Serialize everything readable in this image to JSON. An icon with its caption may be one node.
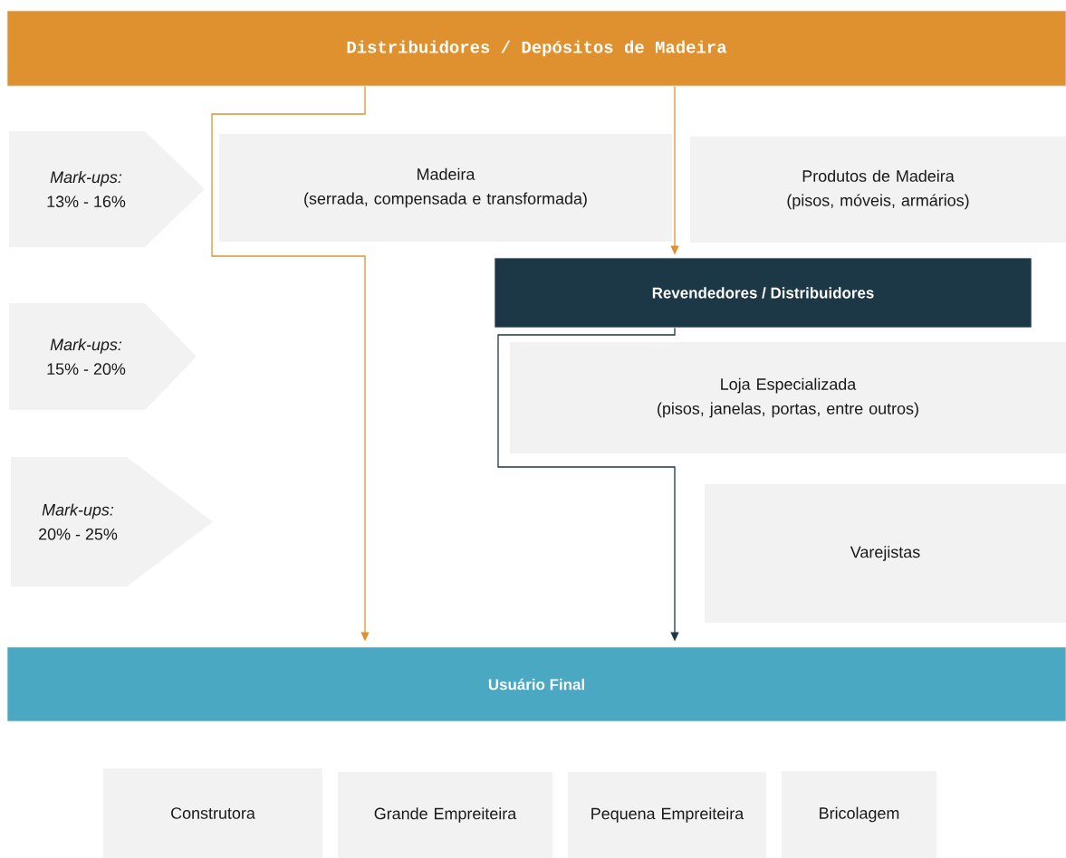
{
  "diagram": {
    "nodes": [
      {
        "text": [
          "Distribuidores / Depósitos de Madeira"
        ]
      },
      {
        "text": [
          "Mark-ups:",
          "13% - 16%"
        ]
      },
      {
        "text": [
          "Madeira",
          "(serrada, compensada e transformada)"
        ]
      },
      {
        "text": [
          "Produtos de Madeira",
          "(pisos, móveis, armários)"
        ]
      },
      {
        "text": [
          "Revendedores / Distribuidores"
        ]
      },
      {
        "text": [
          "Mark-ups:",
          "15% - 20%"
        ]
      },
      {
        "text": [
          "Loja Especializada",
          "(pisos, janelas, portas, entre outros)"
        ]
      },
      {
        "text": [
          "Mark-ups:",
          "20% - 25%"
        ]
      },
      {
        "text": [
          "Varejistas"
        ]
      },
      {
        "text": [
          "Usuário Final"
        ]
      },
      {
        "text": [
          "Construtora"
        ]
      },
      {
        "text": [
          "Grande Empreiteira"
        ]
      },
      {
        "text": [
          "Pequena Empreiteira"
        ]
      },
      {
        "text": [
          "Bricolagem"
        ]
      }
    ],
    "edges": [
      {
        "from": 0,
        "to": 9,
        "arrow": "to"
      },
      {
        "from": 0,
        "to": 4,
        "arrow": "to"
      },
      {
        "from": 4,
        "to": 9,
        "arrow": "to",
        "color": "#1c3745"
      }
    ]
  }
}
